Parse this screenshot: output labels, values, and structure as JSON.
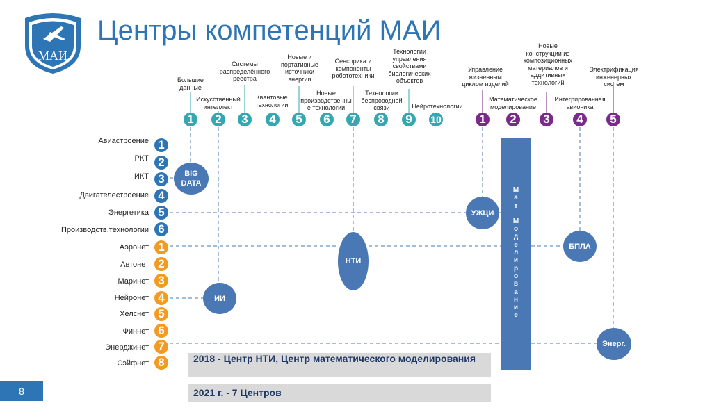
{
  "title": "Центры компетенций МАИ",
  "logo_text": "МАИ",
  "page_number": "8",
  "top_numbers": [
    "1",
    "2",
    "3",
    "4",
    "5",
    "6",
    "7",
    "8",
    "9",
    "10"
  ],
  "top_labels": [
    "Большие\nданные",
    "Искусственный\nинтеллект",
    "Системы\nраспределённого\nреестра",
    "Квантовые\nтехнологии",
    "Новые и\nпортативные\nисточники\nэнергии",
    "Новые\nпроизводственны\nе технологии",
    "Сенсорика и\nкомпоненты\nробототехники",
    "Технологии\nбеспроводной\nсвязи",
    "Технологии\nуправления\nсвойствами\nбиологических\nобъектов",
    "Нейротехнологии"
  ],
  "right_numbers": [
    "1",
    "2",
    "3",
    "4",
    "5"
  ],
  "right_labels": [
    "Управление\nжизненным\nциклом изделий",
    "Математическое\nмоделирование",
    "Новые\nконструкции из\nкомпозиционных\nматериалов и\nаддитивных\nтехнологий",
    "Интегрированная\nавионика",
    "Электрификация\nинженерных\nсистем"
  ],
  "rows": [
    {
      "label": "Авиастроение",
      "num": "1",
      "color": "blue"
    },
    {
      "label": "РКТ",
      "num": "2",
      "color": "blue"
    },
    {
      "label": "ИКТ",
      "num": "3",
      "color": "blue"
    },
    {
      "label": "Двигателестроение",
      "num": "4",
      "color": "blue"
    },
    {
      "label": "Энергетика",
      "num": "5",
      "color": "blue"
    },
    {
      "label": "Производств.технологии",
      "num": "6",
      "color": "blue"
    },
    {
      "label": "Аэронет",
      "num": "1",
      "color": "orange"
    },
    {
      "label": "Автонет",
      "num": "2",
      "color": "orange"
    },
    {
      "label": "Маринет",
      "num": "3",
      "color": "orange"
    },
    {
      "label": "Нейронет",
      "num": "4",
      "color": "orange"
    },
    {
      "label": "Хелснет",
      "num": "5",
      "color": "orange"
    },
    {
      "label": "Финнет",
      "num": "6",
      "color": "orange"
    },
    {
      "label": "Энерджинет",
      "num": "7",
      "color": "orange"
    },
    {
      "label": "Сэйфнет",
      "num": "8",
      "color": "orange"
    }
  ],
  "bubbles": {
    "big_data": "BIG\nDATA",
    "ii": "ИИ",
    "nti": "НТИ",
    "uzhci": "УЖЦИ",
    "bpla": "БПЛА",
    "energ": "Энерг."
  },
  "vertical_bar": [
    "М",
    "а",
    "т",
    "",
    "М",
    "о",
    "д",
    "е",
    "л",
    "и",
    "р",
    "о",
    "в",
    "а",
    "н",
    "и",
    "е"
  ],
  "notes": [
    "2018 - Центр НТИ, Центр математического моделирования",
    "2021 г. - 7 Центров"
  ],
  "colors": {
    "teal": "#35a7b2",
    "purple": "#7a2a8a",
    "blue": "#2e75b6",
    "orange": "#f39a22",
    "bubble": "#4a78b5"
  }
}
